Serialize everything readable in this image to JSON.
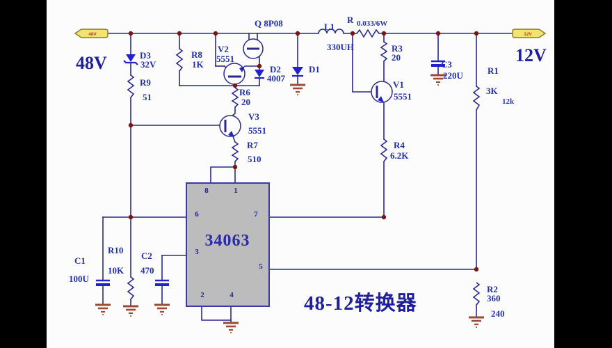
{
  "caption": "48-12转换器",
  "terminals": {
    "input": {
      "tag": "48V",
      "label": "48V"
    },
    "output": {
      "tag": "12V",
      "label": "12V"
    }
  },
  "ic": {
    "part": "34063",
    "pins": {
      "p1": "1",
      "p2": "2",
      "p3": "3",
      "p4": "4",
      "p5": "5",
      "p6": "6",
      "p7": "7",
      "p8": "8"
    }
  },
  "components": {
    "q": {
      "ref": "Q 8P08"
    },
    "v1": {
      "ref": "V1",
      "value": "5551"
    },
    "v2": {
      "ref": "V2",
      "value": "5551"
    },
    "v3": {
      "ref": "V3",
      "value": "5551"
    },
    "d1": {
      "ref": "D1"
    },
    "d2": {
      "ref": "D2",
      "value": "4007"
    },
    "d3": {
      "ref": "D3",
      "value": "32V"
    },
    "l1": {
      "ref": "L1",
      "value": "330UH"
    },
    "rs": {
      "ref": "R",
      "value": "0.033/6W"
    },
    "r1": {
      "ref": "R1",
      "value": "3K",
      "value2": "12k"
    },
    "r2": {
      "ref": "R2",
      "value": "360",
      "value2": "240"
    },
    "r3": {
      "ref": "R3",
      "value": "20"
    },
    "r4": {
      "ref": "R4",
      "value": "6.2K"
    },
    "r6": {
      "ref": "R6",
      "value": "20"
    },
    "r7": {
      "ref": "R7",
      "value": "510"
    },
    "r8": {
      "ref": "R8",
      "value": "1K"
    },
    "r9": {
      "ref": "R9",
      "value": "51"
    },
    "r10": {
      "ref": "R10",
      "value": "10K"
    },
    "c1": {
      "ref": "C1",
      "value": "100U"
    },
    "c2": {
      "ref": "C2",
      "value": "470"
    },
    "c3": {
      "ref": "C3",
      "value": "220U"
    }
  },
  "colors": {
    "wire": "#28288e",
    "label": "#2130ae",
    "junction_dot": "#7a1515",
    "ground": "#9c4a33",
    "diode": "#2222cc",
    "ic_fill": "#bcbcbc",
    "tag_fill": "#f2e473",
    "tag_text": "#c03434",
    "background": "#fcfcfc",
    "border_bars": "#000000"
  }
}
